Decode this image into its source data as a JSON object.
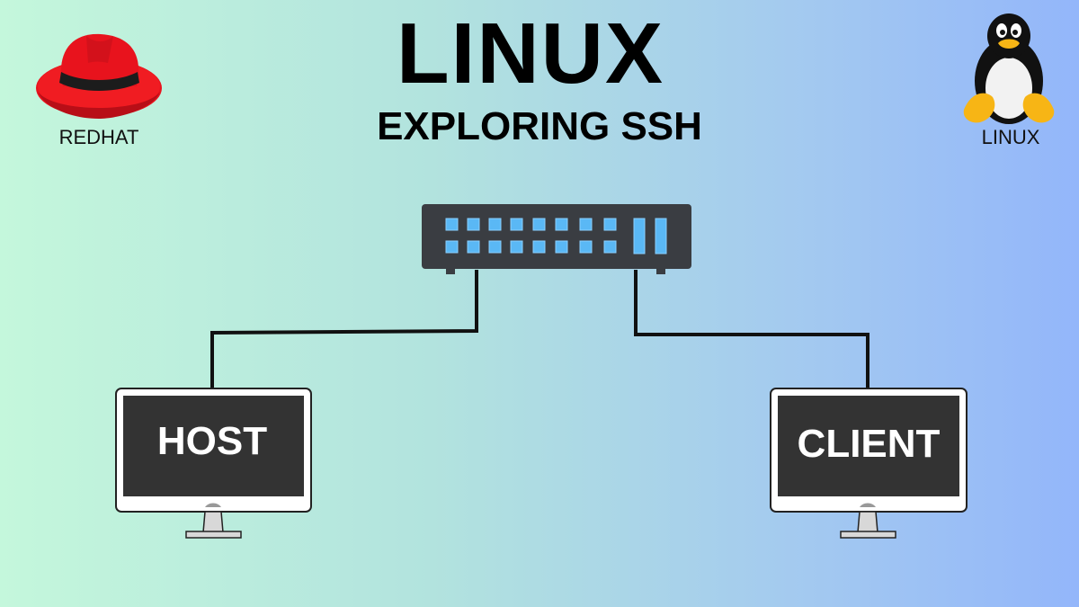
{
  "header": {
    "title": "LINUX",
    "subtitle": "EXPLORING SSH"
  },
  "logos": {
    "left": {
      "icon": "redhat-fedora-icon",
      "label": "REDHAT",
      "color": "#e8131d"
    },
    "right": {
      "icon": "linux-tux-penguin-icon",
      "label": "LINUX",
      "color": "#f7b515"
    }
  },
  "network": {
    "switch_icon": "network-switch-icon",
    "port_color": "#5ab8f5",
    "switch_color": "#3a3d42"
  },
  "computers": {
    "host": {
      "label": "HOST",
      "icon": "monitor-icon"
    },
    "client": {
      "label": "CLIENT",
      "icon": "monitor-icon"
    }
  }
}
